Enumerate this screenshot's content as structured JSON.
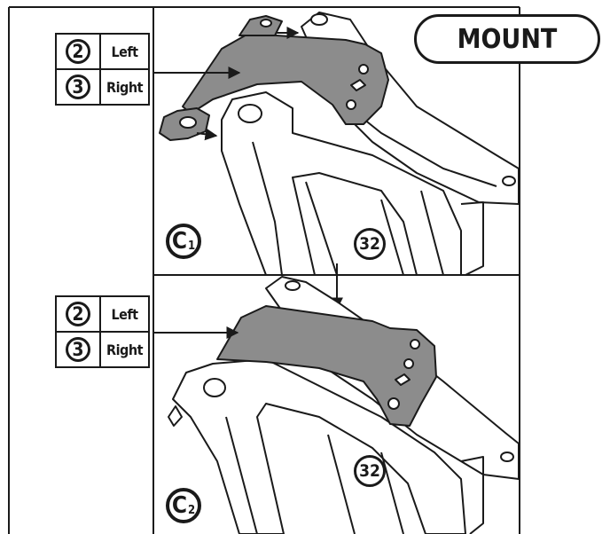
{
  "header": {
    "badge": "MOUNT"
  },
  "panels": [
    {
      "step_letter": "C",
      "step_index": "1",
      "part_number": "32",
      "labels": [
        {
          "number": "2",
          "side": "Left"
        },
        {
          "number": "3",
          "side": "Right"
        }
      ]
    },
    {
      "step_letter": "C",
      "step_index": "2",
      "part_number": "32",
      "labels": [
        {
          "number": "2",
          "side": "Left"
        },
        {
          "number": "3",
          "side": "Right"
        }
      ]
    }
  ],
  "colors": {
    "line": "#1a1a1a",
    "bracket": "#8c8c8c",
    "frame_fill": "#ffffff"
  }
}
